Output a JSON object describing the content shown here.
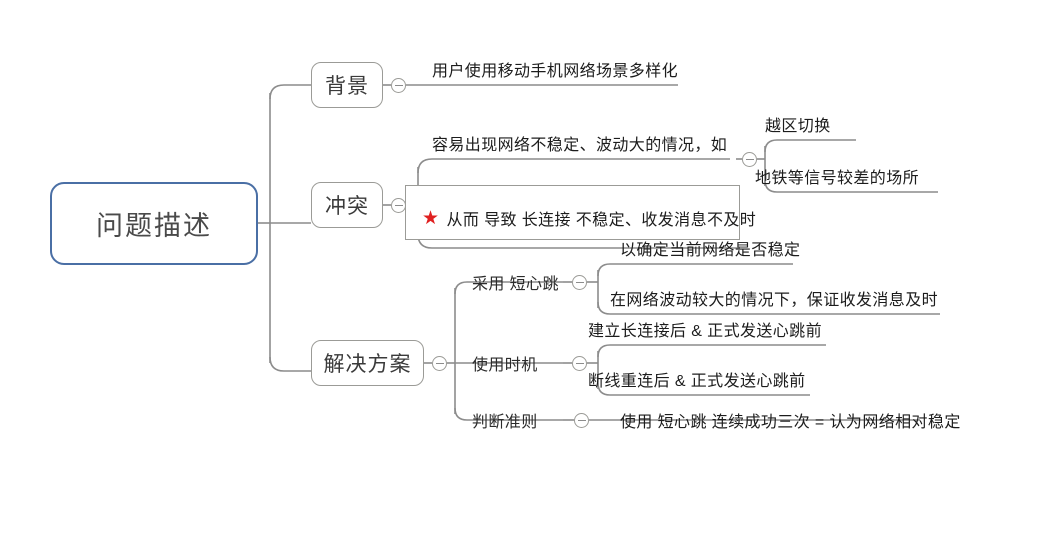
{
  "diagram": {
    "title": "问题描述",
    "type": "mindmap",
    "root": {
      "label": "问题描述"
    },
    "branches": [
      {
        "label": "背景",
        "toggle_icon": "collapse-minus-icon",
        "children": [
          {
            "label": "用户使用移动手机网络场景多样化"
          }
        ]
      },
      {
        "label": "冲突",
        "toggle_icon": "collapse-minus-icon",
        "children": [
          {
            "label": "容易出现网络不稳定、波动大的情况，如",
            "toggle_icon": "collapse-minus-icon",
            "children": [
              {
                "label": "越区切换"
              },
              {
                "label": "地铁等信号较差的场所"
              }
            ]
          },
          {
            "star": "★",
            "label": "从而 导致 长连接 不稳定、收发消息不及时",
            "boxed": true
          }
        ]
      },
      {
        "label": "解决方案",
        "toggle_icon": "collapse-minus-icon",
        "children": [
          {
            "label": "采用 短心跳",
            "toggle_icon": "collapse-minus-icon",
            "children": [
              {
                "label": "以确定当前网络是否稳定"
              },
              {
                "label": "在网络波动较大的情况下，保证收发消息及时"
              }
            ]
          },
          {
            "label": "使用时机",
            "toggle_icon": "collapse-minus-icon",
            "children": [
              {
                "label": "建立长连接后 & 正式发送心跳前"
              },
              {
                "label": "断线重连后 & 正式发送心跳前"
              }
            ]
          },
          {
            "label": "判断准则",
            "toggle_icon": "collapse-minus-icon",
            "children": [
              {
                "label": "使用 短心跳 连续成功三次 = 认为网络相对稳定"
              }
            ]
          }
        ]
      }
    ],
    "colors": {
      "root_border": "#4a6fa5",
      "branch_border": "#9b9b97",
      "connector": "#8c8c8c",
      "star": "#e02020",
      "text": "#1c1c1c",
      "background": "#ffffff"
    }
  }
}
